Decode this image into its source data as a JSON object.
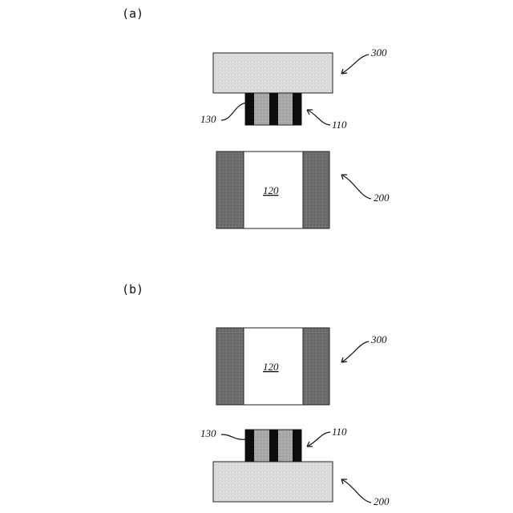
{
  "panels": [
    {
      "id": "a",
      "label": "(a)",
      "references": {
        "top_block": "300",
        "electrode": "110",
        "conductor": "130",
        "bottom_part": "200",
        "cavity": "120"
      }
    },
    {
      "id": "b",
      "label": "(b)",
      "references": {
        "top_part": "300",
        "cavity": "120",
        "conductor": "130",
        "electrode": "110",
        "bottom_block": "200"
      }
    }
  ],
  "colors": {
    "light_fill": "#dcdcdc",
    "dark_fill": "#6e6e6e",
    "stripe_black": "#0d0d0d",
    "stripe_gray": "#a8a8a8",
    "outline": "#222222"
  }
}
